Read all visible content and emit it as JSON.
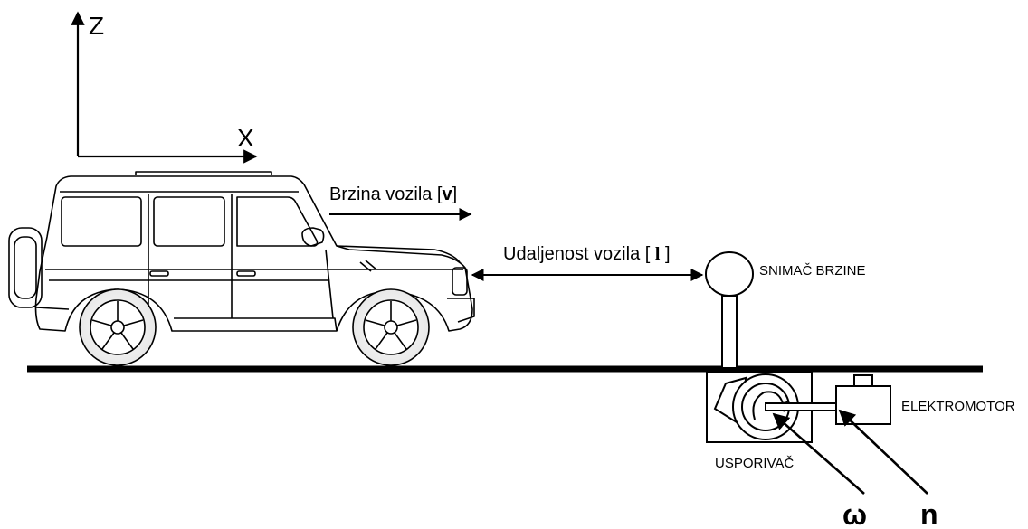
{
  "axes": {
    "z_label": "Z",
    "x_label": "X"
  },
  "vehicle_speed": {
    "prefix": "Brzina vozila [",
    "symbol": "v",
    "suffix": "]"
  },
  "vehicle_distance": {
    "prefix": "Udaljenost vozila [ ",
    "symbol": "l",
    "suffix": " ]"
  },
  "speed_sensor_label": "SNIMAČ BRZINE",
  "electric_motor_label": "ELEKTROMOTOR",
  "retarder_label": "USPORIVAČ",
  "omega_symbol": "ω",
  "n_symbol": "n"
}
